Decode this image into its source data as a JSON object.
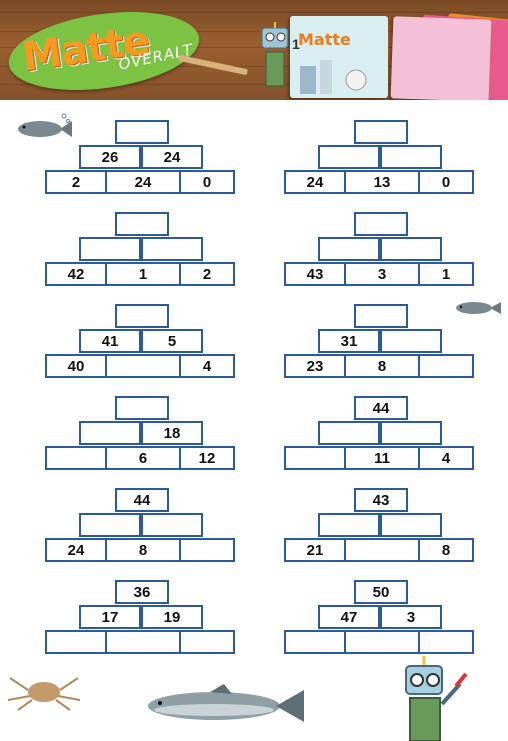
{
  "header": {
    "logo_word": "Matte",
    "logo_sub": "OVERALT",
    "book_title": "Matte",
    "book_number": "1"
  },
  "pyramids": [
    {
      "top": "",
      "middle": [
        "26",
        "24"
      ],
      "bottom": [
        "2",
        "24",
        "0"
      ]
    },
    {
      "top": "",
      "middle": [
        "",
        ""
      ],
      "bottom": [
        "24",
        "13",
        "0"
      ]
    },
    {
      "top": "",
      "middle": [
        "",
        ""
      ],
      "bottom": [
        "42",
        "1",
        "2"
      ]
    },
    {
      "top": "",
      "middle": [
        "",
        ""
      ],
      "bottom": [
        "43",
        "3",
        "1"
      ]
    },
    {
      "top": "",
      "middle": [
        "41",
        "5"
      ],
      "bottom": [
        "40",
        "",
        "4"
      ]
    },
    {
      "top": "",
      "middle": [
        "31",
        ""
      ],
      "bottom": [
        "23",
        "8",
        ""
      ]
    },
    {
      "top": "",
      "middle": [
        "",
        "18"
      ],
      "bottom": [
        "",
        "6",
        "12"
      ]
    },
    {
      "top": "44",
      "middle": [
        "",
        ""
      ],
      "bottom": [
        "",
        "11",
        "4"
      ]
    },
    {
      "top": "44",
      "middle": [
        "",
        ""
      ],
      "bottom": [
        "24",
        "8",
        ""
      ]
    },
    {
      "top": "43",
      "middle": [
        "",
        ""
      ],
      "bottom": [
        "21",
        "",
        "8"
      ]
    },
    {
      "top": "36",
      "middle": [
        "17",
        "19"
      ],
      "bottom": [
        "",
        "",
        ""
      ]
    },
    {
      "top": "50",
      "middle": [
        "47",
        "3"
      ],
      "bottom": [
        "",
        "",
        ""
      ]
    }
  ],
  "colors": {
    "cell_border": "#2b5c99",
    "header_wood": "#8a5530",
    "logo_green": "#7cc243",
    "logo_orange": "#f39a1f"
  },
  "decorations": [
    "fish-icon",
    "crab-icon",
    "salmon-icon",
    "robot-icon"
  ]
}
